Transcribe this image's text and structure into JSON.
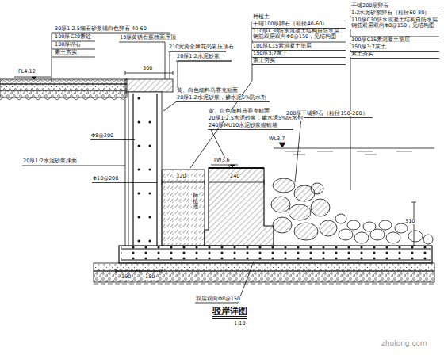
{
  "diagram": {
    "title": "驳岸详图",
    "labels": [
      "30厚1:2.5细石砂浆铺白色卵石 40-60",
      "100厚C20素砼",
      "100厚碎石",
      "素土夯实",
      "15厚黄锈石荔枝面压顶",
      "210宽黄金麻花岗岩压顶石",
      "20厚1:2水泥砂浆",
      "种植土",
      "干铺100厚卵石（粒径40-60）",
      "110厚C30防水混凝土结构自防水层 钢筋双层双向Φ8@150，见结构图",
      "100厚C15素混凝土垫层",
      "150厚3:7灰土",
      "素土夯实",
      "干铺200厚卵石",
      "1:2水泥砂浆卵石（粒径60-80）",
      "110厚C30防水混凝土结构自防水层 钢筋双层双向Φ8@150，见结构图",
      "100厚C15素混凝土垫层",
      "150厚3:7灰土",
      "素土夯实",
      "黄、白色细料马赛克贴面",
      "20厚1:2水泥砂浆，掺水泥5%防水剂",
      "FL4.12",
      "300",
      "黄、白色细料马赛克贴面",
      "20厚1:2.5水泥砂浆，掺水泥5%防水剂",
      "240厚MU10水泥砂浆砌砖墙",
      "200厚干铺卵石（粒径150-200）",
      "WL3.7",
      "Φ8@200",
      "20厚1:2水泥砂浆抹面",
      "Φ10@200",
      "TW3.6",
      "320",
      "240",
      "种植池",
      "310",
      "190",
      "180",
      "双层双向Φ8@150",
      "1:10",
      "zhulong.com"
    ]
  }
}
